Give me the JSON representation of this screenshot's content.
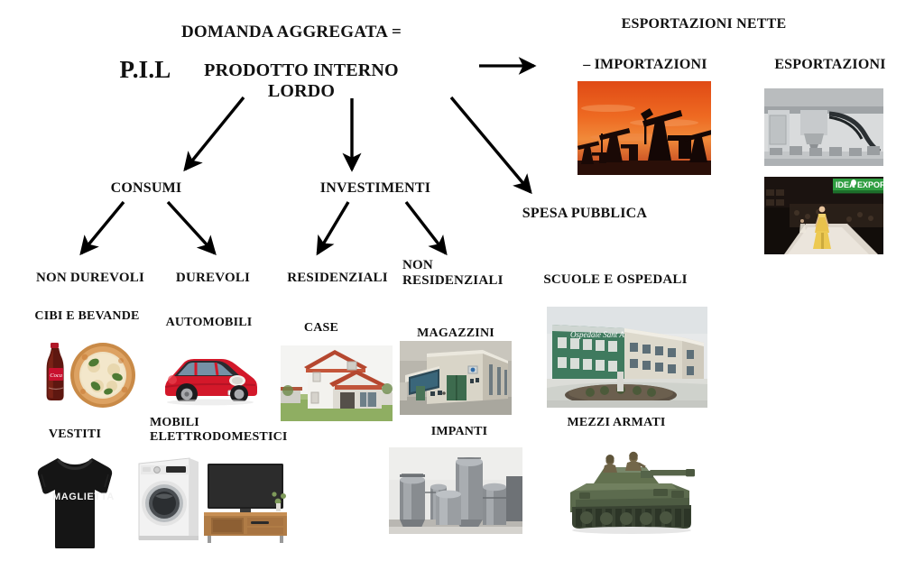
{
  "diagram": {
    "title_line1": "DOMANDA AGGREGATA =",
    "pil_abbrev": "P.I.L",
    "pil_expanded": "PRODOTTO INTERNO LORDO",
    "nodes": {
      "consumi": "CONSUMI",
      "investimenti": "INVESTIMENTI",
      "spesa_pubblica": "SPESA PUBBLICA",
      "esportazioni_nette": "ESPORTAZIONI NETTE",
      "importazioni": "– IMPORTAZIONI",
      "esportazioni": "ESPORTAZIONI"
    },
    "subnodes": {
      "non_durevoli": "NON DUREVOLI",
      "durevoli": "DUREVOLI",
      "residenziali": "RESIDENZIALI",
      "non_residenziali": "NON\nRESIDENZIALI",
      "scuole_ospedali": "SCUOLE E OSPEDALI"
    },
    "items": {
      "cibi_bevande": "CIBI E BEVANDE",
      "vestiti": "VESTITI",
      "automobili": "AUTOMOBILI",
      "mobili_elettrodomestici": "MOBILI\nELETTRODOMESTICI",
      "case": "CASE",
      "magazzini": "MAGAZZINI",
      "impanti": "IMPANTI",
      "mezzi_armati": "MEZZI ARMATI"
    },
    "photos": {
      "oil_rigs": "oil-pumpjacks-sunset-photo",
      "cnc_machine": "cnc-milling-machine-photo",
      "fashion_runway": "fashion-runway-export-photo",
      "runway_logo": "IDEA EXPORT",
      "food_drink": "coca-cola-bottle-and-pizza-photo",
      "tshirt": "black-tshirt-photo",
      "tshirt_print": "MAGLIETTA",
      "car": "red-fiat-500-car-photo",
      "appliances": "washing-machine-tv-cabinet-photo",
      "house": "two-story-house-photo",
      "warehouse": "industrial-warehouse-photo",
      "tanks": "stainless-steel-silos-photo",
      "hospital": "hospital-building-photo",
      "hospital_sign": "Ospedale Sant Anna",
      "military_tank": "military-battle-tank-photo"
    },
    "colors": {
      "text": "#111111",
      "arrow": "#000000",
      "background": "#ffffff",
      "sunset_orange": "#e8551f",
      "coke_red": "#c8102e",
      "car_red": "#d3182a",
      "hospital_green": "#3f7a5e",
      "export_green": "#2f9e41",
      "gown_gold": "#e8c24a",
      "tank_olive": "#5c6b4e",
      "roof_terracotta": "#b5472f"
    }
  }
}
